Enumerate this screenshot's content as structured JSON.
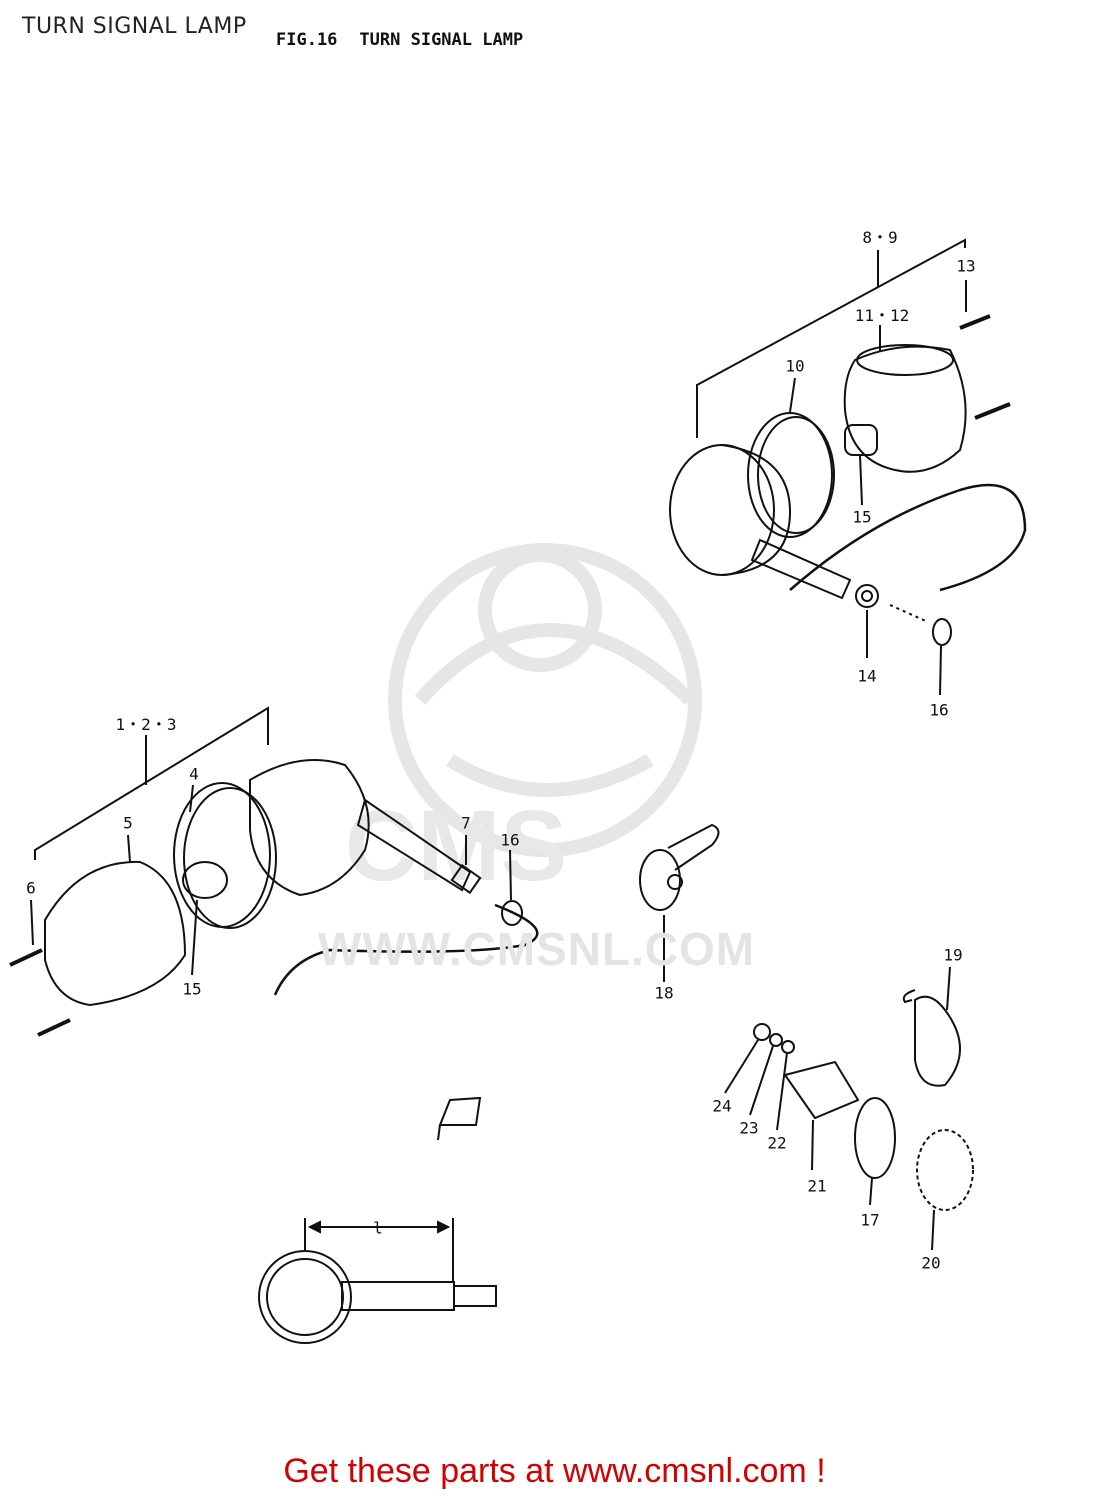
{
  "page_label": "TURN SIGNAL LAMP",
  "figure": {
    "number": "FIG.16",
    "title": "TURN SIGNAL LAMP"
  },
  "callouts": {
    "c_8_9": "8・9",
    "c_13": "13",
    "c_11_12": "11・12",
    "c_10": "10",
    "c_15_top": "15",
    "c_14": "14",
    "c_16_top": "16",
    "c_1_2_3": "1・2・3",
    "c_4": "4",
    "c_5": "5",
    "c_7": "7",
    "c_16_mid": "16",
    "c_6": "6",
    "c_15_bottom": "15",
    "c_18": "18",
    "c_19": "19",
    "c_24": "24",
    "c_23": "23",
    "c_22": "22",
    "c_21": "21",
    "c_17": "17",
    "c_20": "20",
    "c_l": "l"
  },
  "watermark": {
    "url": "WWW.CMSNL.COM"
  },
  "footer": {
    "text": "Get these parts at www.cmsnl.com !"
  }
}
